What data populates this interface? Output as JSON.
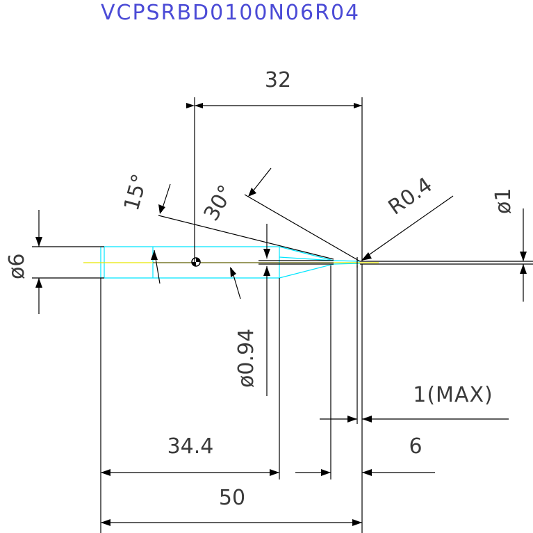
{
  "title": "VCPSRBD0100N06R04",
  "dimensions": {
    "length_32": "32",
    "angle_15": "15°",
    "angle_30": "30°",
    "radius": "R0.4",
    "dia_1": "ø1",
    "dia_6": "ø6",
    "dia_094": "ø0.94",
    "max_1": "1(MAX)",
    "len_6": "6",
    "len_344": "34.4",
    "len_50": "50"
  },
  "colors": {
    "title": "#4b4bd6",
    "line": "#000000",
    "tool_outline": "#00e5ff",
    "centerline": "#e6e600",
    "text": "#3a3a3a"
  }
}
